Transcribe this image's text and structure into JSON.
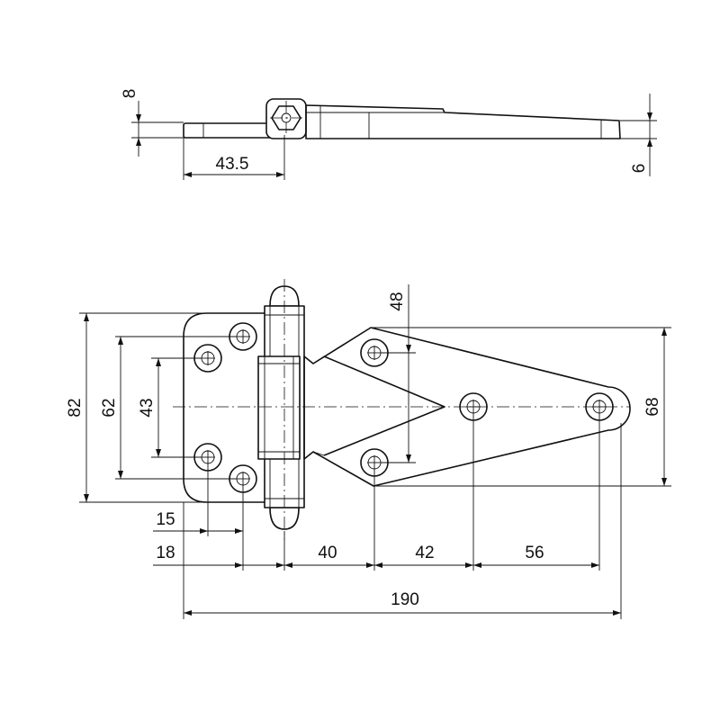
{
  "drawing": {
    "side_view": {
      "dims": {
        "plate_thickness": "8",
        "pin_offset": "43.5",
        "leaf_thickness": "6"
      }
    },
    "front_view": {
      "dims": {
        "height_total": "82",
        "hole_spacing_outer": "62",
        "hole_spacing_inner": "43",
        "leaf_hole_spacing": "48",
        "leaf_height": "68",
        "offset_15": "15",
        "offset_18": "18",
        "pitch_40": "40",
        "pitch_42": "42",
        "pitch_56": "56",
        "length_total": "190"
      }
    }
  }
}
